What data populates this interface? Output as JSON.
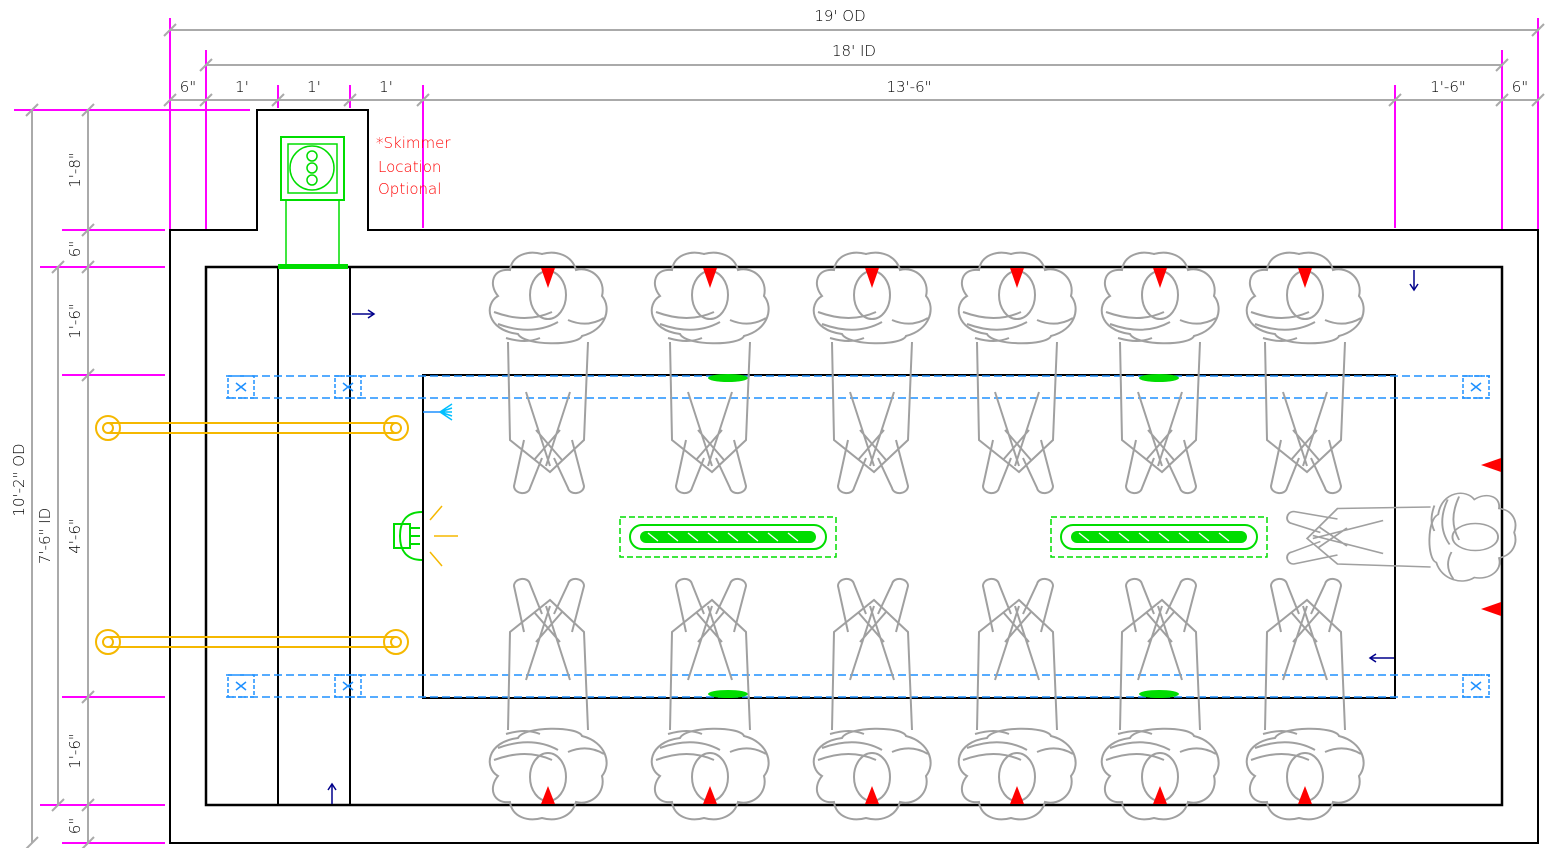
{
  "dimensions": {
    "overall_width": "19' OD",
    "inside_width": "18' ID",
    "seg_wall_left": "6\"",
    "seg_1a": "1'",
    "seg_1b": "1'",
    "seg_1c": "1'",
    "seg_main": "13'-6\"",
    "seg_right_step": "1'-6\"",
    "seg_wall_right": "6\"",
    "overall_depth": "10'-2\" OD",
    "inside_depth": "7'-6\" ID",
    "skimmer_depth": "1'-8\"",
    "wall_top": "6\"",
    "step_top": "1'-6\"",
    "seat_middle": "4'-6\"",
    "step_bottom": "1'-6\"",
    "wall_bottom": "6\""
  },
  "skimmer_note": {
    "line1": "*Skimmer",
    "line2": "Location",
    "line3": "Optional"
  },
  "colors": {
    "wall": "#000000",
    "dimension": "#aaaaaa",
    "extension": "#ff00ff",
    "equipment": "#00dd00",
    "plumbing": "#1e90ff",
    "handrail": "#f5b800",
    "jet": "#ff0000",
    "flow_arrow": "#00008b",
    "note": "#ff0000",
    "seat_figure": "#a0a0a0"
  },
  "icons": {
    "skimmer": "skimmer-icon",
    "light": "pool-light-icon",
    "drain": "floor-drain-icon",
    "jet": "jet-arrow-icon",
    "rail": "handrail-icon",
    "seat": "seated-person-icon"
  }
}
